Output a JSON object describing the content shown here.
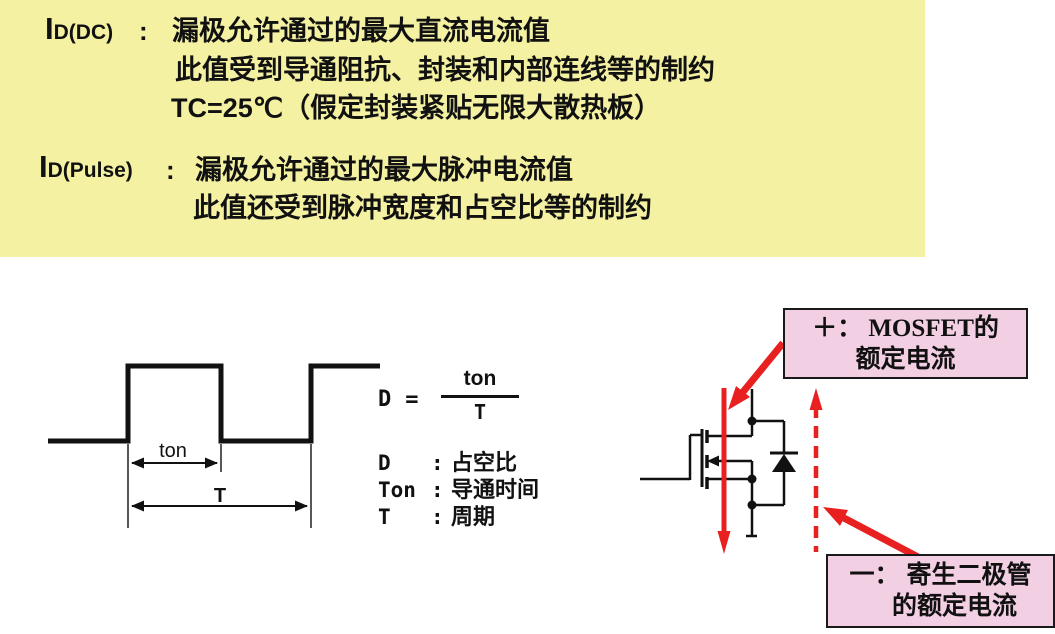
{
  "colors": {
    "panel_yellow": "#f4f1a2",
    "callout_pink": "#f2cfe3",
    "arrow_red": "#e82020",
    "ink_black": "#111111"
  },
  "definitions_panel": {
    "id_dc": {
      "symbol_main": "I",
      "symbol_sub": "D(DC)",
      "colon": ":",
      "desc_line1": "漏极允许通过的最大直流电流值",
      "desc_line2": "此值受到导通阻抗、封装和内部连线等的制约",
      "desc_line3": "TC=25℃（假定封装紧贴无限大散热板）"
    },
    "id_pulse": {
      "symbol_main": "I",
      "symbol_sub": "D(Pulse)",
      "colon": ":",
      "desc_line1": "漏极允许通过的最大脉冲电流值",
      "desc_line2": "此值还受到脉冲宽度和占空比等的制约"
    }
  },
  "waveform": {
    "ton_label": "ton",
    "period_label": "T"
  },
  "formula": {
    "lhs": "D",
    "equals": "=",
    "numerator": "ton",
    "denominator": "T",
    "legend": [
      {
        "sym": "D",
        "colon": ":",
        "desc": "占空比"
      },
      {
        "sym": "Ton",
        "colon": ":",
        "desc": "导通时间"
      },
      {
        "sym": "T",
        "colon": ":",
        "desc": "周期"
      }
    ]
  },
  "callouts": {
    "positive": {
      "line1": "＋： MOSFET的",
      "line2": "额定电流"
    },
    "negative": {
      "line1": "一： 寄生二极管",
      "line2": "的额定电流"
    }
  }
}
